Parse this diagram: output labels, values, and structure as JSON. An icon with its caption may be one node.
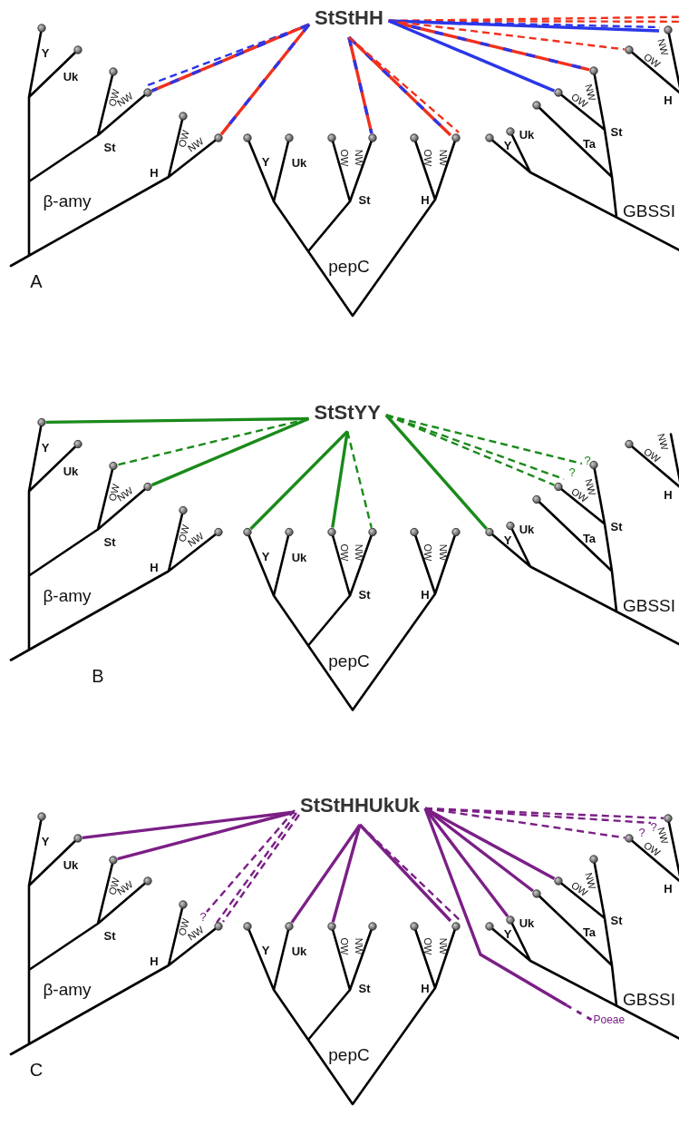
{
  "diagram": {
    "nodes": [
      {
        "text": [
          "StStHH"
        ]
      },
      {
        "text": [],
        "shape": "circle"
      },
      {
        "text": [],
        "shape": "circle"
      },
      {
        "text": [],
        "shape": "circle"
      },
      {
        "text": [],
        "shape": "circle"
      },
      {
        "text": [],
        "shape": "circle"
      },
      {
        "text": [],
        "shape": "circle"
      },
      {
        "text": [],
        "shape": "circle"
      },
      {
        "text": [],
        "shape": "circle"
      },
      {
        "text": [
          "StStYY"
        ]
      },
      {
        "text": [],
        "shape": "circle"
      },
      {
        "text": [],
        "shape": "circle"
      },
      {
        "text": [],
        "shape": "circle"
      },
      {
        "text": [],
        "shape": "circle"
      },
      {
        "text": [],
        "shape": "circle"
      },
      {
        "text": [],
        "shape": "circle"
      },
      {
        "text": [],
        "shape": "circle"
      },
      {
        "text": [],
        "shape": "circle"
      },
      {
        "text": [],
        "shape": "circle"
      },
      {
        "text": [
          "StStHHUkUk"
        ]
      },
      {
        "text": [],
        "shape": "circle"
      },
      {
        "text": [],
        "shape": "circle"
      },
      {
        "text": [],
        "shape": "circle"
      },
      {
        "text": [],
        "shape": "circle"
      },
      {
        "text": [],
        "shape": "circle"
      },
      {
        "text": [],
        "shape": "circle"
      },
      {
        "text": [],
        "shape": "circle"
      },
      {
        "text": [],
        "shape": "circle"
      },
      {
        "text": [],
        "shape": "circle"
      },
      {
        "text": [],
        "shape": "circle"
      },
      {
        "text": [],
        "shape": "circle"
      },
      {
        "text": [
          "Poeae"
        ]
      }
    ],
    "edges": [
      {
        "from": 0,
        "to": 1,
        "arrow": "none",
        "style": "dashed",
        "color": "#2a36e8"
      },
      {
        "from": 0,
        "to": 1,
        "arrow": "none",
        "color": "#f0301c"
      },
      {
        "from": 0,
        "to": 2,
        "arrow": "none",
        "color": "#f0301c"
      },
      {
        "from": 0,
        "to": 3,
        "arrow": "none",
        "color": "#f0301c"
      },
      {
        "from": 0,
        "to": 4,
        "arrow": "none",
        "color": "#f0301c"
      },
      {
        "from": 0,
        "to": 4,
        "arrow": "none",
        "style": "dashed",
        "color": "#f0301c"
      },
      {
        "from": 0,
        "to": null,
        "arrow": "none",
        "style": "dashed",
        "color": "#f0301c"
      },
      {
        "from": 0,
        "to": null,
        "arrow": "none",
        "style": "dashed",
        "color": "#f0301c"
      },
      {
        "from": 0,
        "to": 8,
        "arrow": "none",
        "style": "dashed",
        "color": "#2a36e8"
      },
      {
        "from": 0,
        "to": 8,
        "arrow": "none",
        "color": "#2a36e8"
      },
      {
        "from": 0,
        "to": 7,
        "arrow": "none",
        "style": "dashed",
        "color": "#f0301c"
      },
      {
        "from": 0,
        "to": 6,
        "arrow": "none",
        "color": "#f0301c"
      },
      {
        "from": 0,
        "to": 5,
        "arrow": "none",
        "color": "#2a36e8"
      },
      {
        "from": 9,
        "to": 10,
        "arrow": "none",
        "color": "#1a8a1a"
      },
      {
        "from": 9,
        "to": 11,
        "arrow": "none",
        "style": "dashed",
        "color": "#1a8a1a"
      },
      {
        "from": 9,
        "to": 12,
        "arrow": "none",
        "color": "#1a8a1a"
      },
      {
        "from": 9,
        "to": 13,
        "arrow": "none",
        "color": "#1a8a1a"
      },
      {
        "from": 9,
        "to": 14,
        "arrow": "none",
        "color": "#1a8a1a"
      },
      {
        "from": 9,
        "to": 15,
        "arrow": "none",
        "style": "dashed",
        "color": "#1a8a1a"
      },
      {
        "from": 9,
        "to": 16,
        "arrow": "none",
        "color": "#1a8a1a"
      },
      {
        "from": 9,
        "to": 18,
        "arrow": "none",
        "style": "dashed",
        "color": "#1a8a1a",
        "label": "?"
      },
      {
        "from": 9,
        "to": 17,
        "arrow": "none",
        "style": "dashed",
        "color": "#1a8a1a",
        "label": "?"
      },
      {
        "from": 9,
        "to": 17,
        "arrow": "none",
        "style": "dashed",
        "color": "#1a8a1a"
      },
      {
        "from": 19,
        "to": 20,
        "arrow": "none",
        "color": "#7b1f86"
      },
      {
        "from": 19,
        "to": 21,
        "arrow": "none",
        "color": "#7b1f86"
      },
      {
        "from": 19,
        "to": 22,
        "arrow": "none",
        "style": "dashed",
        "color": "#7b1f86",
        "label": "?"
      },
      {
        "from": 19,
        "to": 22,
        "arrow": "none",
        "style": "dashed",
        "color": "#7b1f86"
      },
      {
        "from": 19,
        "to": 22,
        "arrow": "none",
        "style": "dashed",
        "color": "#7b1f86"
      },
      {
        "from": 19,
        "to": 23,
        "arrow": "none",
        "color": "#7b1f86"
      },
      {
        "from": 19,
        "to": 24,
        "arrow": "none",
        "color": "#7b1f86"
      },
      {
        "from": 19,
        "to": 25,
        "arrow": "none",
        "color": "#7b1f86"
      },
      {
        "from": 19,
        "to": 25,
        "arrow": "none",
        "style": "dashed",
        "color": "#7b1f86"
      },
      {
        "from": 19,
        "to": 30,
        "arrow": "none",
        "style": "dashed",
        "color": "#7b1f86"
      },
      {
        "from": 19,
        "to": 30,
        "arrow": "none",
        "style": "dashed",
        "color": "#7b1f86",
        "label": "?"
      },
      {
        "from": 19,
        "to": 29,
        "arrow": "none",
        "style": "dashed",
        "color": "#7b1f86",
        "label": "?"
      },
      {
        "from": 19,
        "to": 28,
        "arrow": "none",
        "color": "#7b1f86"
      },
      {
        "from": 19,
        "to": 27,
        "arrow": "none",
        "color": "#7b1f86"
      },
      {
        "from": 19,
        "to": 26,
        "arrow": "none",
        "color": "#7b1f86"
      },
      {
        "from": 19,
        "to": 31,
        "arrow": "none",
        "color": "#7b1f86"
      }
    ],
    "labels": [
      "Y",
      "Uk",
      "OW",
      "NW",
      "St",
      "OW",
      "NW",
      "H",
      "β-amy",
      "Y",
      "Uk",
      "OW",
      "NW",
      "St",
      "OW",
      "NW",
      "H",
      "pepC",
      "Y",
      "Uk",
      "Ta",
      "St",
      "OW",
      "NW",
      "OW",
      "NW",
      "H",
      "GBSSI",
      "A",
      "Y",
      "Uk",
      "OW",
      "NW",
      "St",
      "OW",
      "NW",
      "H",
      "β-amy",
      "Y",
      "Uk",
      "OW",
      "NW",
      "St",
      "OW",
      "NW",
      "H",
      "pepC",
      "Y",
      "Uk",
      "Ta",
      "St",
      "OW",
      "NW",
      "OW",
      "NW",
      "H",
      "GBSSI",
      "B",
      "Y",
      "Uk",
      "OW",
      "NW",
      "St",
      "OW",
      "NW",
      "H",
      "β-amy",
      "Y",
      "Uk",
      "OW",
      "NW",
      "St",
      "OW",
      "NW",
      "H",
      "pepC",
      "Y",
      "Uk",
      "Ta",
      "St",
      "OW",
      "NW",
      "OW",
      "NW",
      "H",
      "GBSSI",
      "C"
    ]
  }
}
